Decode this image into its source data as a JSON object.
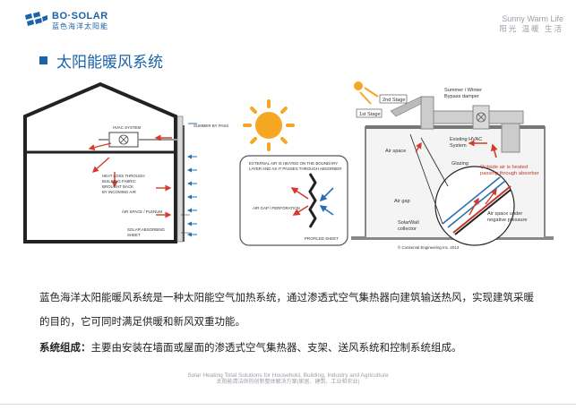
{
  "header": {
    "brand_name": "BO·SOLAR",
    "brand_cn": "蓝色海洋太阳能",
    "tagline_en": "Sunny Warm Life",
    "tagline_cn": "阳光 温暖 生活"
  },
  "page": {
    "title": "太阳能暖风系统"
  },
  "figure_left": {
    "hvac_system": "HVAC SYSTEM",
    "summer_bypass": "SUMMER BY PASS",
    "heat_loss_1": "HEAT LOSS THROUGH",
    "heat_loss_2": "BUILDING FABRIC",
    "heat_loss_3": "BROUGHT BACK",
    "heat_loss_4": "BY INCOMING AIR",
    "air_space_plenum": "AIR SPACE / PLENUM",
    "solar_sheet_1": "SOLAR ABSORBING",
    "solar_sheet_2": "SHEET"
  },
  "figure_detail": {
    "external_air_1": "EXTERNAL AIR IS HEATED ON THE BOUNDARY",
    "external_air_2": "LAYER AND AS IT PASSES THROUGH ABSORBER",
    "air_gap": "AIR GAP / PERFORATION",
    "profiled_sheet": "PROFILED SHEET"
  },
  "figure_right": {
    "stage_2": "2nd Stage",
    "stage_1": "1st Stage",
    "summer_winter": "Summer / Winter",
    "bypass_damper": "Bypass damper",
    "existing_hvac_1": "Existing HVAC",
    "existing_hvac_2": "System",
    "air_space": "Air space",
    "glazing": "Glazing",
    "outside_air_1": "Outside air is heated",
    "outside_air_2": "passing through absorber",
    "air_gap": "Air gap",
    "solarwall_1": "SolarWall",
    "solarwall_2": "collector",
    "air_space_under_1": "Air space under",
    "air_space_under_2": "negative pressure",
    "copyright": "© Conserval Engineering Inc. 2013"
  },
  "content": {
    "paragraph": "蓝色海洋太阳能暖风系统是一种太阳能空气加热系统，通过渗透式空气集热器向建筑输送热风，实现建筑采暖的目的，它可同时满足供暖和新风双重功能。",
    "composition_label": "系统组成：",
    "composition_text": "主要由安装在墙面或屋面的渗透式空气集热器、支架、送风系统和控制系统组成。"
  },
  "footer": {
    "en": "Solar Heating Total Solutions for Household, Building, Industry and Agriculture",
    "cn": "太阳能清洁供热创新整体解决方案(家居、建筑、工业和农业)"
  },
  "colors": {
    "brand_blue": "#1a63a8",
    "muted_gray": "#9aa0a6",
    "heat_red": "#d63a2a",
    "sun_orange": "#f5a623"
  },
  "icons": [
    "logo-mark-icon",
    "title-bullet-icon",
    "sun-icon",
    "fan-icon",
    "thermometer-icon"
  ]
}
